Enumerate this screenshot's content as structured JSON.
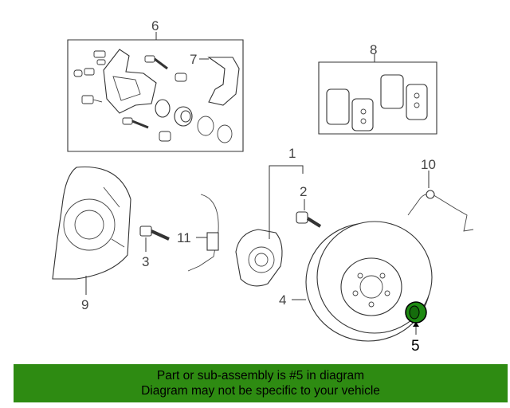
{
  "callouts": {
    "c1": "1",
    "c2": "2",
    "c3": "3",
    "c4": "4",
    "c5": "5",
    "c6": "6",
    "c7": "7",
    "c8": "8",
    "c9": "9",
    "c10": "10",
    "c11": "11"
  },
  "highlight": {
    "part_number": "5",
    "color": "#1e8a12"
  },
  "banner": {
    "line1": "Part or sub-assembly is #5 in diagram",
    "line2": "Diagram may not be specific to your vehicle",
    "color": "#2e8b12"
  }
}
